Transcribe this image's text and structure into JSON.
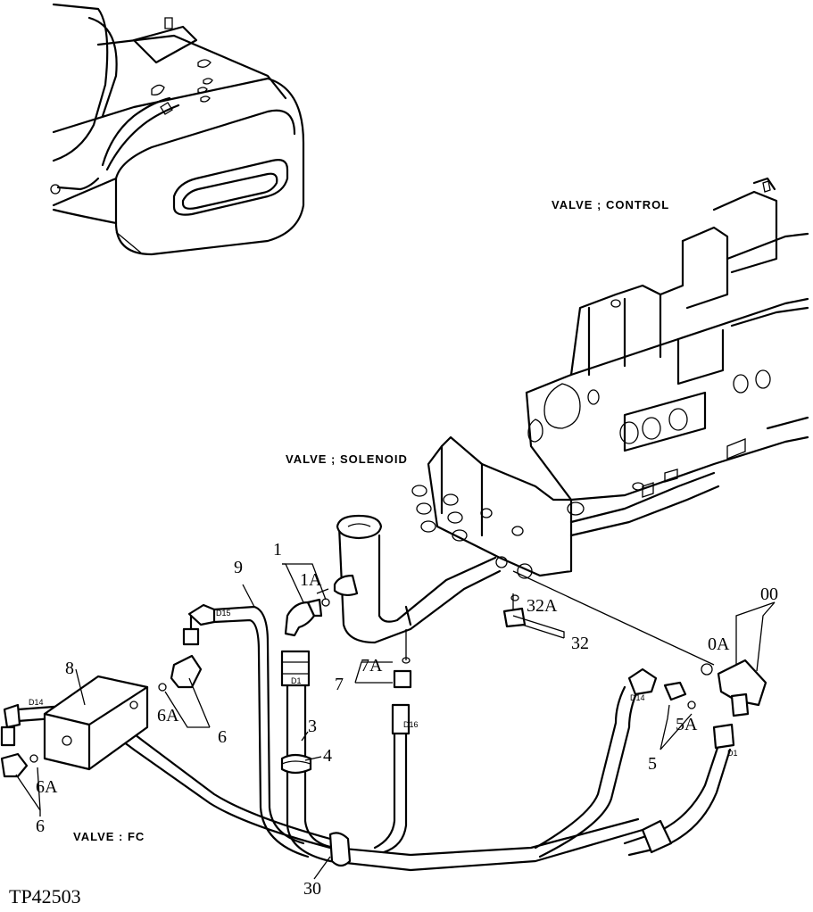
{
  "labels": {
    "valve_control": "VALVE ; CONTROL",
    "valve_solenoid": "VALVE ; SOLENOID",
    "valve_fc": "VALVE : FC",
    "figure_id": "TP42503"
  },
  "callouts": {
    "c1": "1",
    "c1a": "1A",
    "c3": "3",
    "c4": "4",
    "c5": "5",
    "c5a": "5A",
    "c6a_top": "6A",
    "c6_top": "6",
    "c6a_bottom": "6A",
    "c6_bottom": "6",
    "c7": "7",
    "c7a": "7A",
    "c8": "8",
    "c9": "9",
    "c00": "00",
    "c0a": "0A",
    "c30": "30",
    "c32": "32",
    "c32a": "32A"
  },
  "tags": {
    "d15_top": "D15",
    "d1_mid": "D1",
    "d16": "D16",
    "d14_left": "D14",
    "d14_right": "D14",
    "d1_right": "D1"
  }
}
